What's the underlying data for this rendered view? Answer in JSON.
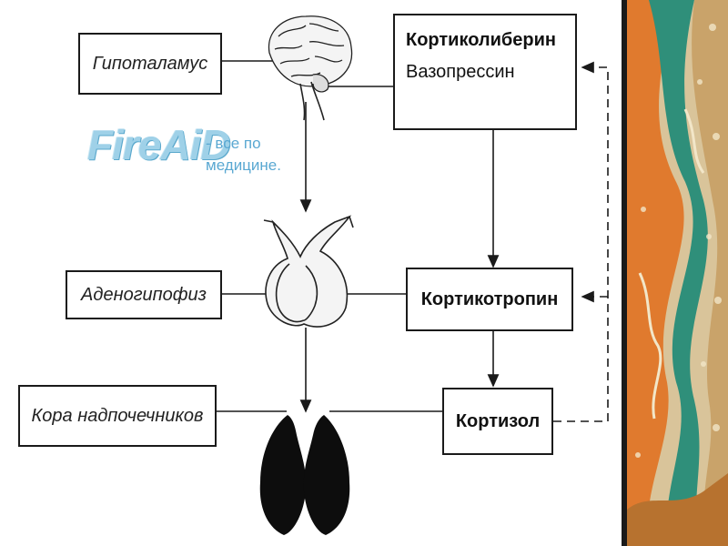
{
  "labels": {
    "hypothalamus": "Гипоталамус",
    "adenohypophysis": "Аденогипофиз",
    "adrenal_cortex": "Кора надпочечников"
  },
  "hormones": {
    "crh_line1": "Кортиколиберин",
    "crh_line2": "Вазопрессин",
    "acth": "Кортикотропин",
    "cortisol": "Кортизол"
  },
  "watermark": {
    "logo": "FireAiD",
    "tagline_line1": "- все по",
    "tagline_line2": "медицине."
  },
  "colors": {
    "line": "#1a1a1a",
    "watermark": "#9fd1e8",
    "deco_orange": "#e07a2e",
    "deco_teal": "#2f8f7a",
    "deco_beige": "#d9c49a"
  },
  "icons": [
    "brain-icon",
    "pituitary-icon",
    "adrenal-glands-icon"
  ]
}
